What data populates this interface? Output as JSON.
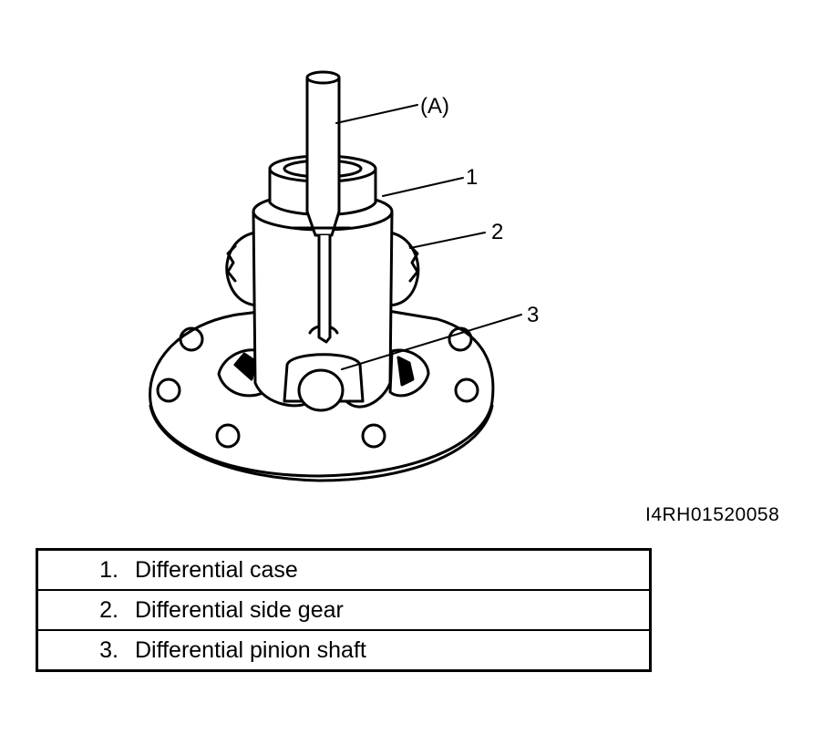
{
  "figure": {
    "callouts": {
      "tool": "(A)",
      "c1": "1",
      "c2": "2",
      "c3": "3"
    },
    "figure_id": "I4RH01520058"
  },
  "legend": {
    "rows": [
      {
        "num": "1.",
        "text": "Differential case"
      },
      {
        "num": "2.",
        "text": "Differential side gear"
      },
      {
        "num": "3.",
        "text": "Differential pinion shaft"
      }
    ]
  },
  "colors": {
    "ink": "#000000",
    "paper": "#ffffff"
  }
}
